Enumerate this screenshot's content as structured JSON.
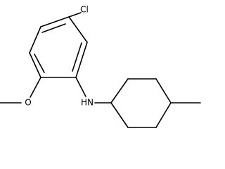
{
  "molecule": {
    "atoms": {
      "chlorine": "Cl",
      "oxygen": "O",
      "amine": "HN"
    }
  }
}
